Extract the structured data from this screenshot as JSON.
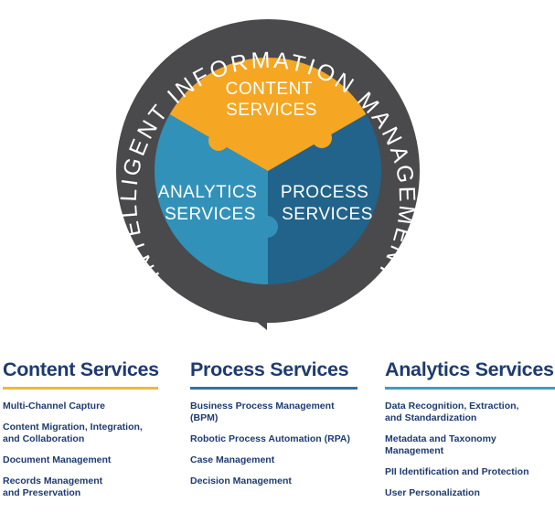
{
  "colors": {
    "ring": "#4a4a4c",
    "content": "#f5a623",
    "analytics": "#3291b9",
    "process": "#21638a",
    "title": "#1e3b70",
    "content_rule": "#f5b731",
    "process_rule": "#2f73a8",
    "analytics_rule": "#3c9fbe"
  },
  "ring_label": "INTELLIGENT INFORMATION MANAGEMENT",
  "segments": {
    "content": [
      "CONTENT",
      "SERVICES"
    ],
    "analytics": [
      "ANALYTICS",
      "SERVICES"
    ],
    "process": [
      "PROCESS",
      "SERVICES"
    ]
  },
  "columns": [
    {
      "key": "content",
      "title": "Content Services",
      "items": [
        "Multi-Channel Capture",
        "Content Migration, Integration,\nand Collaboration",
        "Document Management",
        "Records Management\nand Preservation"
      ]
    },
    {
      "key": "process",
      "title": "Process Services",
      "items": [
        "Business Process Management (BPM)",
        "Robotic Process Automation (RPA)",
        "Case Management",
        "Decision Management"
      ]
    },
    {
      "key": "analytics",
      "title": "Analytics Services",
      "items": [
        "Data Recognition, Extraction,\nand Standardization",
        "Metadata and Taxonomy Management",
        "PII Identification and Protection",
        "User Personalization"
      ]
    }
  ]
}
